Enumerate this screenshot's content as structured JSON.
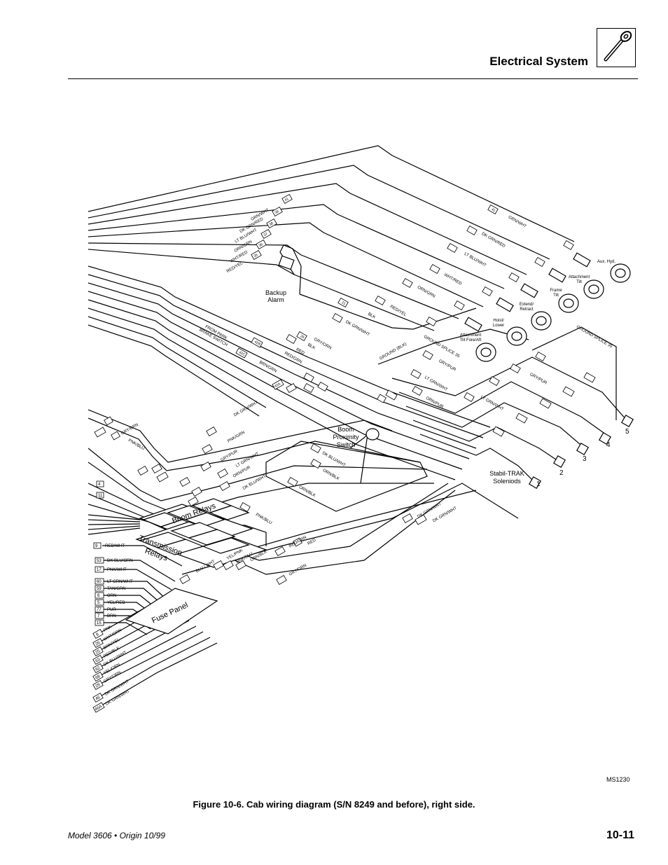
{
  "header": {
    "title": "Electrical System",
    "icon": "wrench-icon"
  },
  "figure": {
    "caption": "Figure 10-6.  Cab wiring diagram (S/N 8249 and before), right side.",
    "id": "MS1230",
    "components": {
      "backup_alarm": [
        "Backup",
        "Alarm"
      ],
      "boom_proximity_switch": [
        "Boom",
        "Proximity",
        "Switch"
      ],
      "stabil_trak": [
        "Stabil-TRAK",
        "Soleniods"
      ],
      "boom_relays": "Boom Relays",
      "transmission_relays": [
        "Transmission",
        "Relays"
      ],
      "fuse_panel": "Fuse Panel",
      "from_park_brake": [
        "FROM PARK",
        "BRAKE SWITCH"
      ],
      "ground_splice": "GROUND SPLICE 35",
      "ground_blk": "GROUND (BLK)",
      "aux_hyd": "Aux. Hyd.",
      "attachment_tilt": [
        "Attachment",
        "Tilt"
      ],
      "frame_tilt": [
        "Frame",
        "Tilt"
      ],
      "extend_retract": [
        "Extend/",
        "Retract"
      ],
      "hoist_lower": [
        "Hoist/",
        "Lower"
      ],
      "attachment_fore_aft": [
        "Attachment",
        "Tilt Fore/Aft"
      ],
      "stabil_numbers": [
        "1",
        "2",
        "3",
        "4",
        "5"
      ]
    },
    "top_wires": [
      "GRN/WHT",
      "DK GRN/RED",
      "LT BLU/WHT",
      "ORN/GRN",
      "WHT/RED",
      "RED/YEL"
    ],
    "right_wires": [
      "GRN/WHT",
      "DK GRN/RED",
      "LT BLU/WHT",
      "WHT/RED",
      "ORN/GRN",
      "RED/YEL",
      "BLK",
      "DK GRN/WHT"
    ],
    "mid_wires": [
      "GRY/ORN",
      "BLK",
      "RED",
      "RED/GRN",
      "BRN/GRN",
      "DK GRN/WHT",
      "GRY/PUR",
      "LT GRN/WHT",
      "ORN/PUR",
      "LT GRN/WHT",
      "GRY/PUR"
    ],
    "lower_wires": [
      "GRY/BRN",
      "PNK/BLU",
      "PNK/GRN",
      "GRY/PUR",
      "LT GRN/WHT",
      "ORN/PUR",
      "DK BLU/WHT",
      "DK BLU/WHT",
      "ORN/BLK",
      "ORN/BLK",
      "PNK/BLU",
      "DK GRN/WHT",
      "DK GRN/WHT"
    ],
    "relay_wires": [
      "BLU / WHT",
      "YEL/PNK",
      "PNK/BLU",
      "ORN/BLK",
      "RED/GRN",
      "RED",
      "GRY/ORN"
    ],
    "fuse_leads": [
      {
        "no": "9",
        "color": "RED/WHT"
      },
      {
        "no": "53",
        "color": "DK BLU/ORN"
      },
      {
        "no": "17",
        "color": "PNK/WHT"
      },
      {
        "no": "60",
        "color": "LT GRN/WHT"
      },
      {
        "no": "59",
        "color": "TAN/GRN"
      },
      {
        "no": "6",
        "color": "ORN"
      },
      {
        "no": "5",
        "color": "YEL/RED"
      },
      {
        "no": "77",
        "color": "PUR"
      },
      {
        "no": "7",
        "color": "BRN"
      },
      {
        "no": "15",
        "color": ""
      }
    ],
    "diag_leads": [
      {
        "no": "8",
        "color": "PNK"
      },
      {
        "no": "26",
        "color": "WHT/ORN"
      },
      {
        "no": "25",
        "color": "BRN/YEL"
      },
      {
        "no": "63",
        "color": "RED/BLK"
      },
      {
        "no": "62",
        "color": "DK BLU/WHT"
      },
      {
        "no": "68",
        "color": "YEL/ORN"
      },
      {
        "no": "29",
        "color": "GRY/ORN"
      },
      {
        "no": "46",
        "color": "DK GRN/WHT"
      },
      {
        "no": "46A",
        "color": "DK GRN/WHT"
      }
    ],
    "wire_tags": [
      "41",
      "39",
      "38",
      "37",
      "36",
      "35",
      "21",
      "26",
      "42B",
      "42C",
      "42A",
      "40",
      "46",
      "46A",
      "42A",
      "43",
      "44",
      "45",
      "48",
      "51",
      "52",
      "53",
      "54",
      "57",
      "58",
      "61",
      "9",
      "4",
      "11",
      "1",
      "2",
      "3",
      "45",
      "51",
      "44",
      "10",
      "34",
      "35",
      "20",
      "43",
      "64",
      "46A",
      "24",
      "25",
      "30",
      "22",
      "22B",
      "22C",
      "22F",
      "22H",
      "22J",
      "41"
    ]
  },
  "footer": {
    "left": "Model 3606 • Origin 10/99",
    "right": "10-11"
  }
}
